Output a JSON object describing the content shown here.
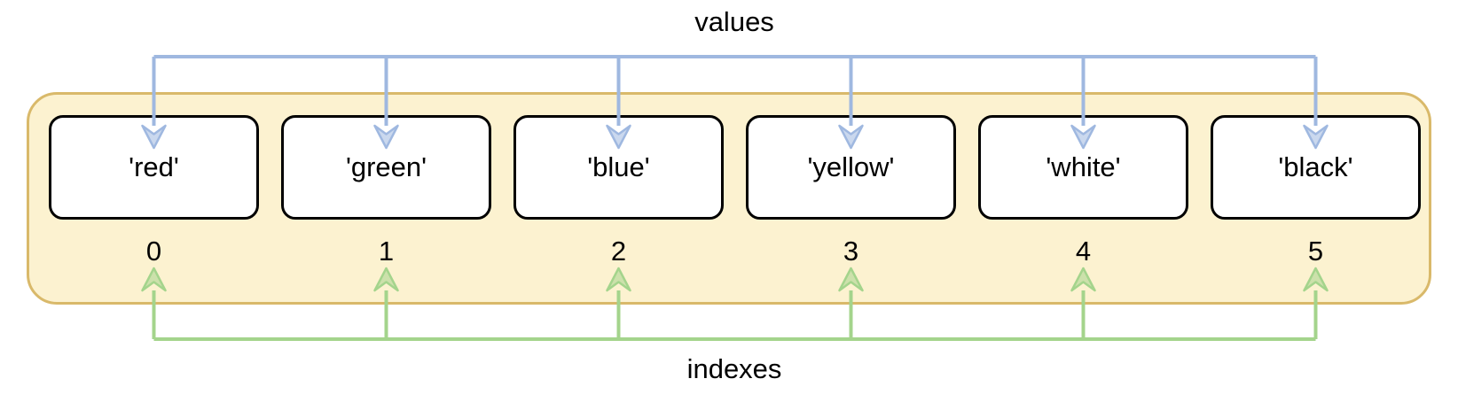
{
  "diagram": {
    "top_label": "values",
    "bottom_label": "indexes",
    "items": [
      {
        "value": "'red'",
        "index": "0"
      },
      {
        "value": "'green'",
        "index": "1"
      },
      {
        "value": "'blue'",
        "index": "2"
      },
      {
        "value": "'yellow'",
        "index": "3"
      },
      {
        "value": "'white'",
        "index": "4"
      },
      {
        "value": "'black'",
        "index": "5"
      }
    ],
    "colors": {
      "container_fill": "#FCF2D0",
      "container_border": "#D9B96A",
      "values_arrow": "#9FB8E0",
      "indexes_arrow": "#A4D48C",
      "box_fill": "#FFFFFF",
      "box_border": "#000000",
      "text": "#000000"
    }
  }
}
